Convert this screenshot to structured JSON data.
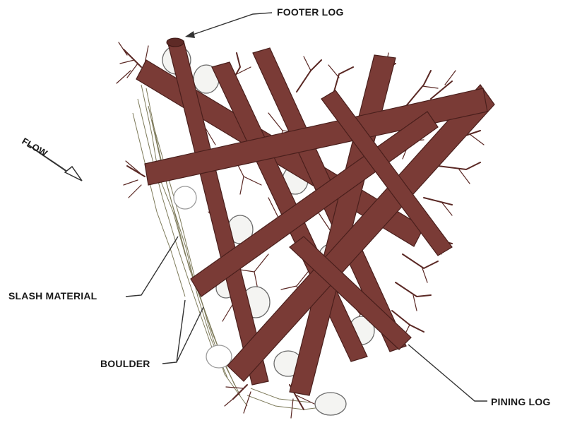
{
  "labels": {
    "footer_log": "FOOTER LOG",
    "flow": "FLOW",
    "slash_material": "SLASH MATERIAL",
    "boulder": "BOULDER",
    "pining_log": "PINING LOG"
  },
  "colors": {
    "log": "#7a3b36",
    "boulder": "#f4f4f2",
    "slash": "#7d7a5a",
    "text": "#1a1a1a"
  }
}
